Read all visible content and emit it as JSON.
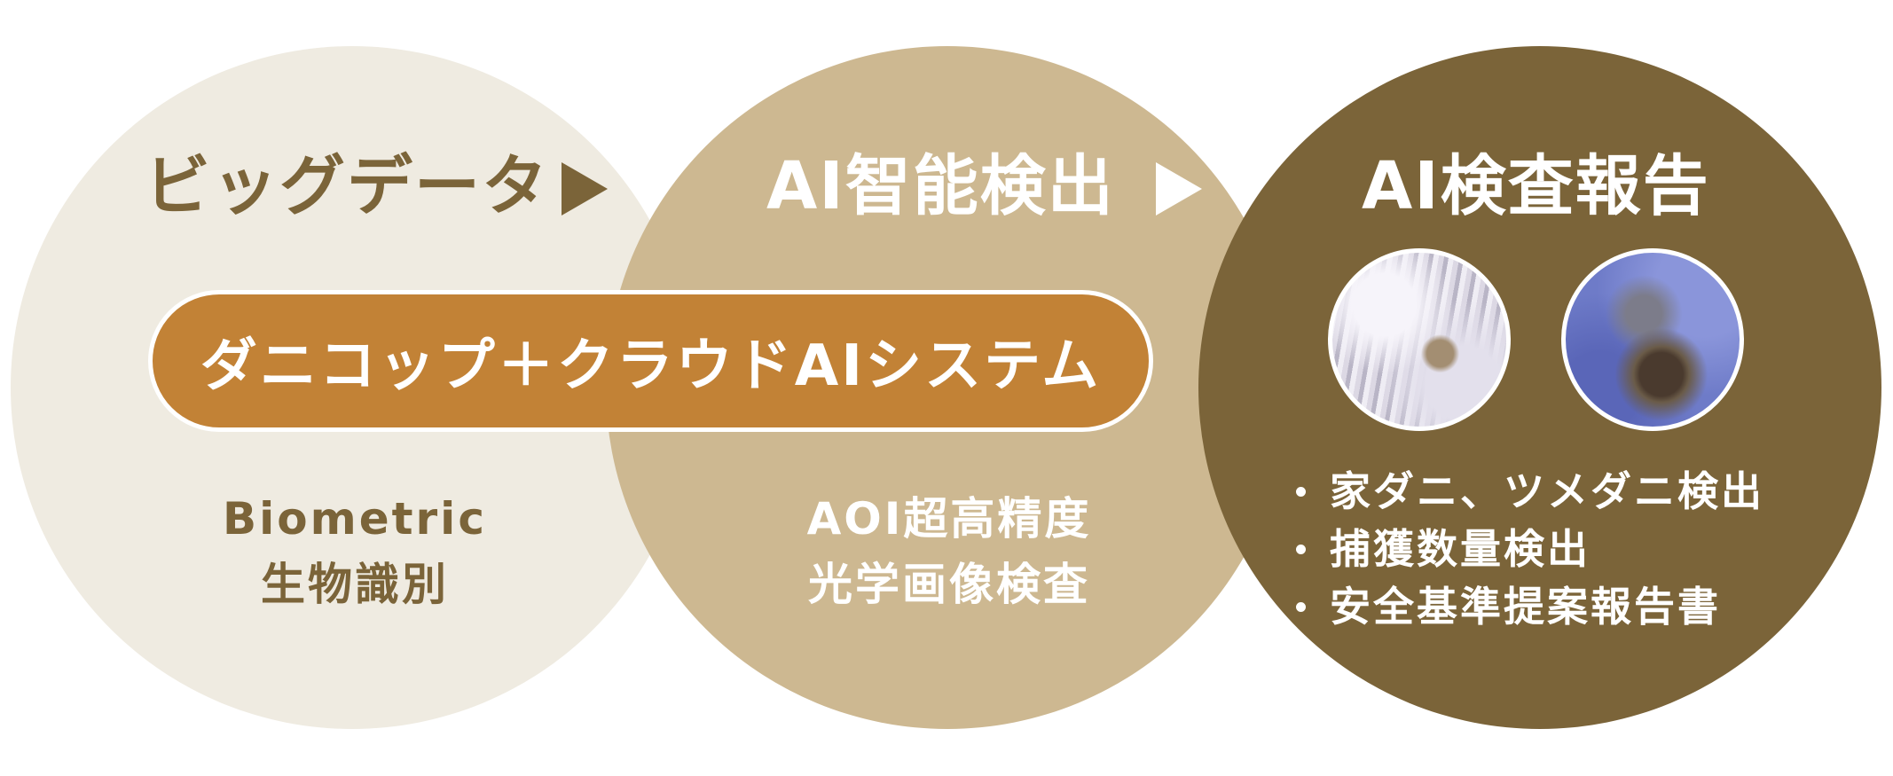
{
  "stages": [
    {
      "title": "ビッグデータ",
      "subtitle_lines": [
        "Biometric",
        "生物識別"
      ]
    },
    {
      "title": "AI智能検出",
      "subtitle_lines": [
        "AOI超高精度",
        "光学画像検査"
      ]
    },
    {
      "title": "AI検査報告",
      "features": [
        "家ダニ、ツメダニ検出",
        "捕獲数量検出",
        "安全基準提案報告書"
      ]
    }
  ],
  "system_label": "ダニコップ＋クラウドAIシステム",
  "icons": {
    "arrow": "play-arrow-icon"
  },
  "colors": {
    "light_circle": "#efebe1",
    "mid_circle": "#cdb891",
    "dark_circle": "#7b6439",
    "pill": "#c28236",
    "text_brown": "#7b6439",
    "text_white": "#ffffff"
  }
}
